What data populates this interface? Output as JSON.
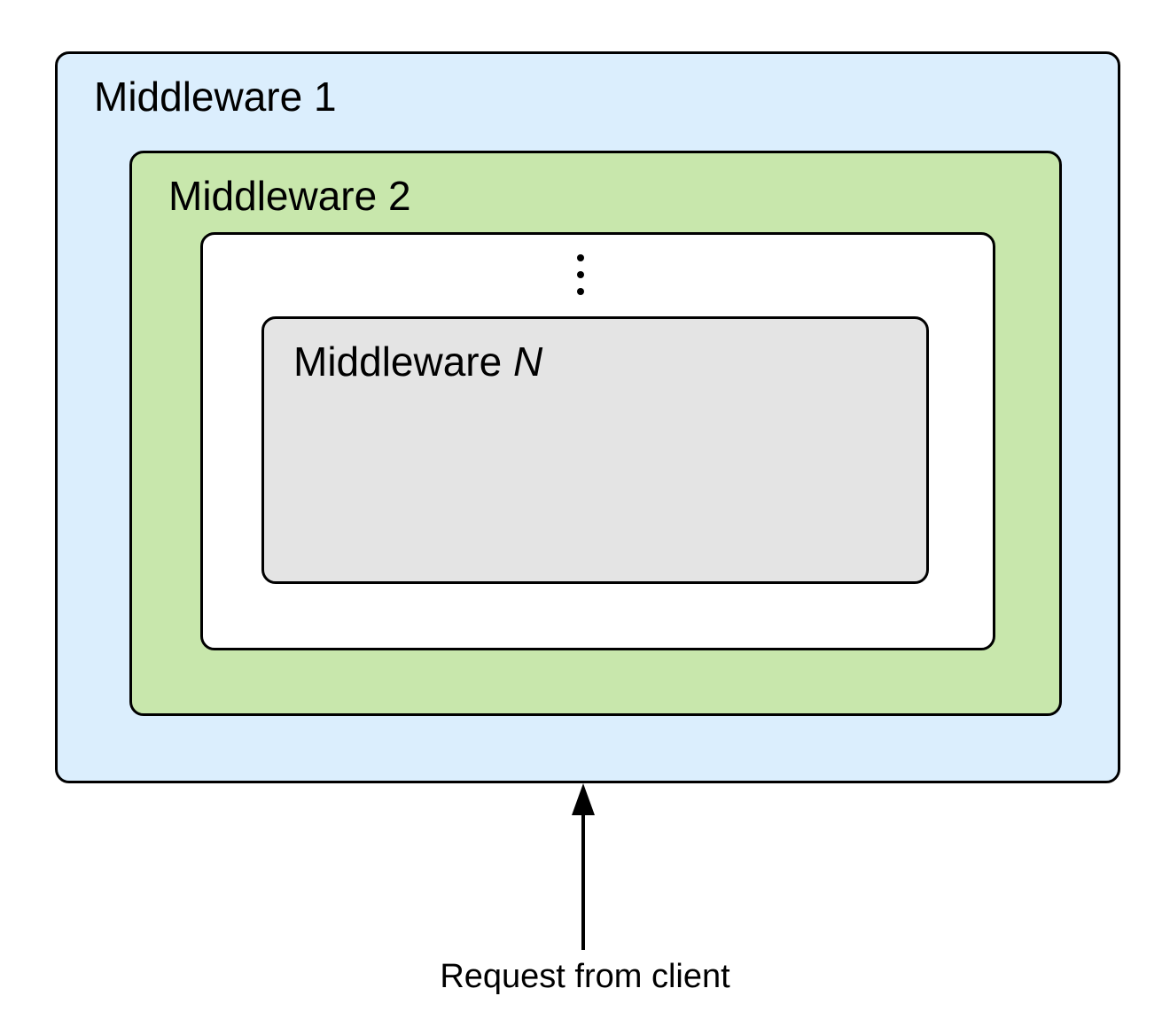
{
  "layers": {
    "outer": {
      "label": "Middleware 1",
      "fill": "#dbeefd"
    },
    "second": {
      "label": "Middleware 2",
      "fill": "#c8e7ac"
    },
    "intermediate": {
      "fill": "#ffffff"
    },
    "innermost": {
      "label_prefix": "Middleware ",
      "label_var": "N",
      "fill": "#e4e4e4"
    }
  },
  "request": {
    "label": "Request from client"
  }
}
